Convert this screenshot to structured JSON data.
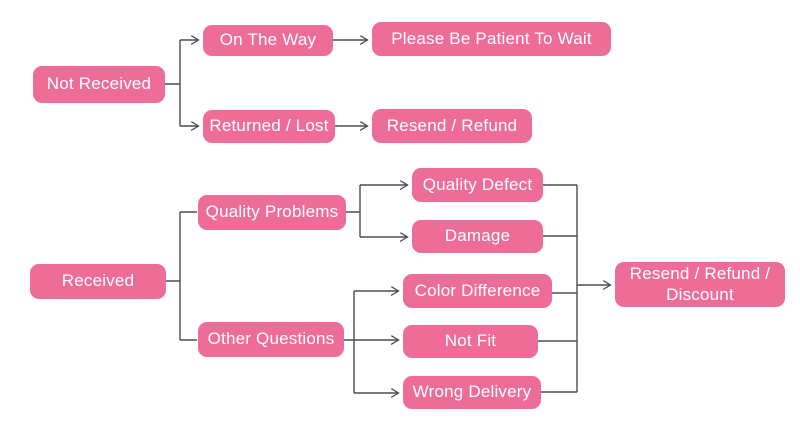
{
  "diagram": {
    "description": "After-sales customer service flowchart",
    "colors": {
      "node_fill": "#ee6d96",
      "node_text": "#ffffff",
      "connector_line": "#4d4d4d",
      "background": "#ffffff"
    },
    "nodes": {
      "not_received": {
        "label": "Not Received"
      },
      "on_the_way": {
        "label": "On The Way"
      },
      "please_wait": {
        "label": "Please Be Patient To Wait"
      },
      "returned_lost": {
        "label": "Returned / Lost"
      },
      "resend_refund": {
        "label": "Resend / Refund"
      },
      "received": {
        "label": "Received"
      },
      "quality_problems": {
        "label": "Quality Problems"
      },
      "quality_defect": {
        "label": "Quality Defect"
      },
      "damage": {
        "label": "Damage"
      },
      "other_questions": {
        "label": "Other Questions"
      },
      "color_difference": {
        "label": "Color Difference"
      },
      "not_fit": {
        "label": "Not Fit"
      },
      "wrong_delivery": {
        "label": "Wrong Delivery"
      },
      "resend_refund_discount": {
        "label": "Resend / Refund / Discount"
      }
    },
    "edges": [
      {
        "from": "Not Received",
        "to": "On The Way",
        "arrow": true
      },
      {
        "from": "Not Received",
        "to": "Returned / Lost",
        "arrow": true
      },
      {
        "from": "On The Way",
        "to": "Please Be Patient To Wait",
        "arrow": true
      },
      {
        "from": "Returned / Lost",
        "to": "Resend / Refund",
        "arrow": true
      },
      {
        "from": "Received",
        "to": "Quality Problems",
        "arrow": false
      },
      {
        "from": "Received",
        "to": "Other Questions",
        "arrow": false
      },
      {
        "from": "Quality Problems",
        "to": "Quality Defect",
        "arrow": true
      },
      {
        "from": "Quality Problems",
        "to": "Damage",
        "arrow": true
      },
      {
        "from": "Other Questions",
        "to": "Color Difference",
        "arrow": true
      },
      {
        "from": "Other Questions",
        "to": "Not Fit",
        "arrow": true
      },
      {
        "from": "Other Questions",
        "to": "Wrong Delivery",
        "arrow": true
      },
      {
        "from": "Quality Defect",
        "to": "Resend / Refund / Discount",
        "arrow": true
      },
      {
        "from": "Damage",
        "to": "Resend / Refund / Discount",
        "arrow": true
      },
      {
        "from": "Color Difference",
        "to": "Resend / Refund / Discount",
        "arrow": true
      },
      {
        "from": "Not Fit",
        "to": "Resend / Refund / Discount",
        "arrow": true
      },
      {
        "from": "Wrong Delivery",
        "to": "Resend / Refund / Discount",
        "arrow": true
      }
    ]
  }
}
